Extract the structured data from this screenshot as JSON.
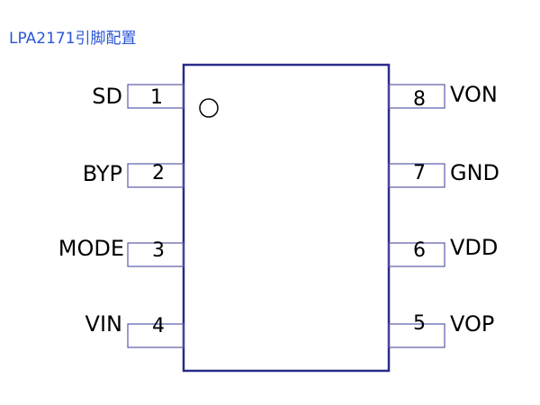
{
  "title": "LPA2171引脚配置",
  "colors": {
    "title": "#2a56d6",
    "body_outline": "#2a2a8a",
    "pin_outline": "#5a5aaa"
  },
  "left_pins": [
    {
      "number": "1",
      "name": "SD"
    },
    {
      "number": "2",
      "name": "BYP"
    },
    {
      "number": "3",
      "name": "MODE"
    },
    {
      "number": "4",
      "name": "VIN"
    }
  ],
  "right_pins": [
    {
      "number": "8",
      "name": "VON"
    },
    {
      "number": "7",
      "name": "GND"
    },
    {
      "number": "6",
      "name": "VDD"
    },
    {
      "number": "5",
      "name": "VOP"
    }
  ]
}
